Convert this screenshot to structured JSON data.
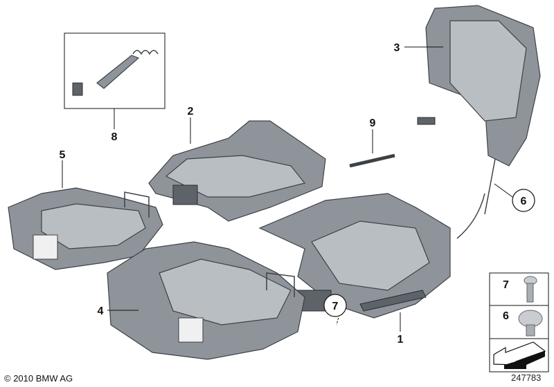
{
  "diagram": {
    "callouts": [
      {
        "id": "1",
        "label": "1"
      },
      {
        "id": "2",
        "label": "2"
      },
      {
        "id": "3",
        "label": "3"
      },
      {
        "id": "4",
        "label": "4"
      },
      {
        "id": "5",
        "label": "5"
      },
      {
        "id": "6",
        "label": "6"
      },
      {
        "id": "7",
        "label": "7"
      },
      {
        "id": "8",
        "label": "8"
      },
      {
        "id": "9",
        "label": "9"
      }
    ],
    "legend": {
      "items": [
        {
          "label": "7",
          "icon": "torx-bolt-icon"
        },
        {
          "label": "6",
          "icon": "torx-flange-screw-icon"
        }
      ],
      "direction_icon": "arrow-left-down-icon"
    },
    "copyright": "© 2010 BMW AG",
    "diagram_number": "247783",
    "colors": {
      "part": "#8e949a",
      "outline": "#3c4146",
      "text": "#111111"
    }
  }
}
